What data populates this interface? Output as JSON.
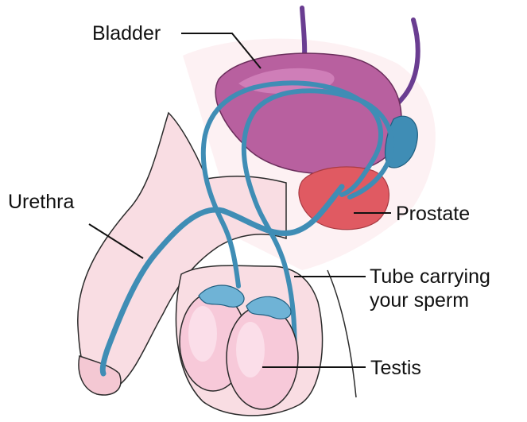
{
  "labels": {
    "bladder": "Bladder",
    "urethra": "Urethra",
    "prostate": "Prostate",
    "tube_line1": "Tube carrying",
    "tube_line2": "your sperm",
    "testis": "Testis"
  },
  "colors": {
    "skin": "#f9dde3",
    "skin_outline": "#2b2b2b",
    "bladder": "#b8609f",
    "bladder_light": "#d98bc3",
    "prostate": "#e05a62",
    "duct": "#3f8db5",
    "duct_light": "#6fb3d6",
    "ureter": "#6a3d91",
    "testis": "#f7c9d9",
    "testis_highlight": "#fbe3ec"
  }
}
